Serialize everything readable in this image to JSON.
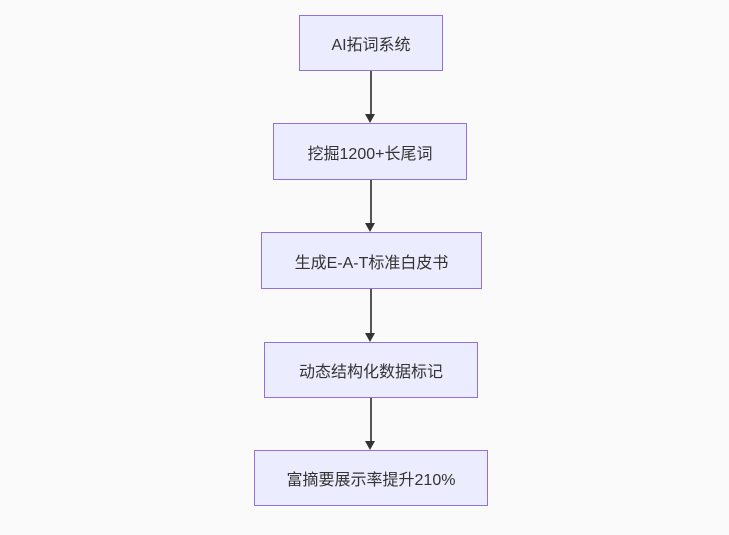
{
  "diagram": {
    "type": "flowchart",
    "direction": "top-down",
    "nodes": [
      {
        "id": "n1",
        "label": "AI拓词系统"
      },
      {
        "id": "n2",
        "label": "挖掘1200+长尾词"
      },
      {
        "id": "n3",
        "label": "生成E-A-T标准白皮书"
      },
      {
        "id": "n4",
        "label": "动态结构化数据标记"
      },
      {
        "id": "n5",
        "label": "富摘要展示率提升210%"
      }
    ],
    "edges": [
      {
        "from": "n1",
        "to": "n2"
      },
      {
        "from": "n2",
        "to": "n3"
      },
      {
        "from": "n3",
        "to": "n4"
      },
      {
        "from": "n4",
        "to": "n5"
      }
    ],
    "colors": {
      "background": "#fafafa",
      "node_fill": "#ececff",
      "node_border": "#9370db",
      "node_text": "#333333",
      "arrow_line": "#555555",
      "arrow_head": "#333333"
    }
  }
}
